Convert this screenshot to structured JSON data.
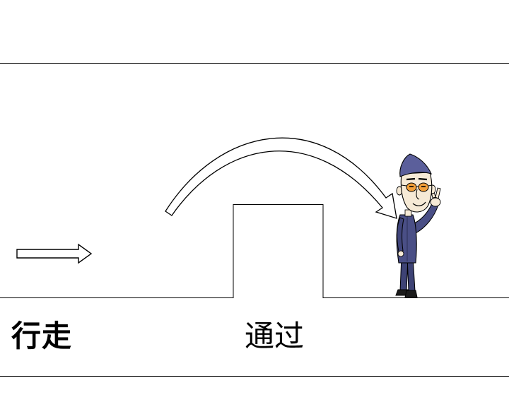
{
  "labels": {
    "walk": "行走",
    "pass": "通过"
  },
  "icons": {
    "walk_direction": "right-arrow-icon",
    "jump_path": "curved-arrow-icon",
    "figure": "cartoon-man-peace-sign"
  },
  "colors": {
    "line": "#000000",
    "background": "#ffffff",
    "suit": "#4a4f86",
    "hat": "#5b5f9b",
    "skin": "#f6ead6",
    "glasses": "#f2a03a",
    "shoes": "#1a1a1a"
  }
}
